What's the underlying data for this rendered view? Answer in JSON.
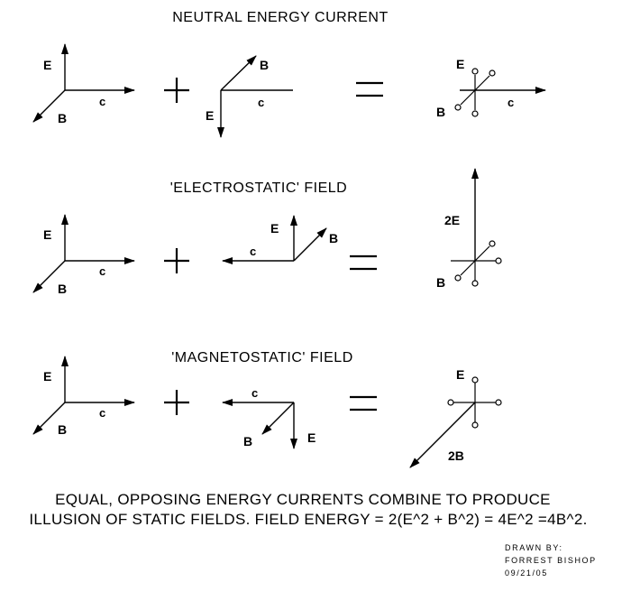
{
  "rows": [
    {
      "title": "NEUTRAL ENERGY CURRENT",
      "term1": {
        "e": "E",
        "b": "B",
        "c": "c"
      },
      "term2": {
        "e": "E",
        "b": "B",
        "c": "c"
      },
      "result": {
        "e": "E",
        "b": "B",
        "c": "c"
      }
    },
    {
      "title": "'ELECTROSTATIC' FIELD",
      "term1": {
        "e": "E",
        "b": "B",
        "c": "c"
      },
      "term2": {
        "e": "E",
        "b": "B",
        "c": "c"
      },
      "result": {
        "e": "2E",
        "b": "B"
      }
    },
    {
      "title": "'MAGNETOSTATIC' FIELD",
      "term1": {
        "e": "E",
        "b": "B",
        "c": "c"
      },
      "term2": {
        "e": "E",
        "b": "B",
        "c": "c"
      },
      "result": {
        "e": "E",
        "b": "2B"
      }
    }
  ],
  "operators": {
    "plus": "+",
    "equals": "="
  },
  "caption": {
    "line1": "EQUAL, OPPOSING ENERGY CURRENTS COMBINE TO PRODUCE",
    "line2": "ILLUSION OF STATIC FIELDS. FIELD  ENERGY = 2(E^2 + B^2) = 4E^2 =4B^2."
  },
  "credit": {
    "line1": "DRAWN BY:",
    "line2": "FORREST BISHOP",
    "line3": "09/21/05"
  }
}
